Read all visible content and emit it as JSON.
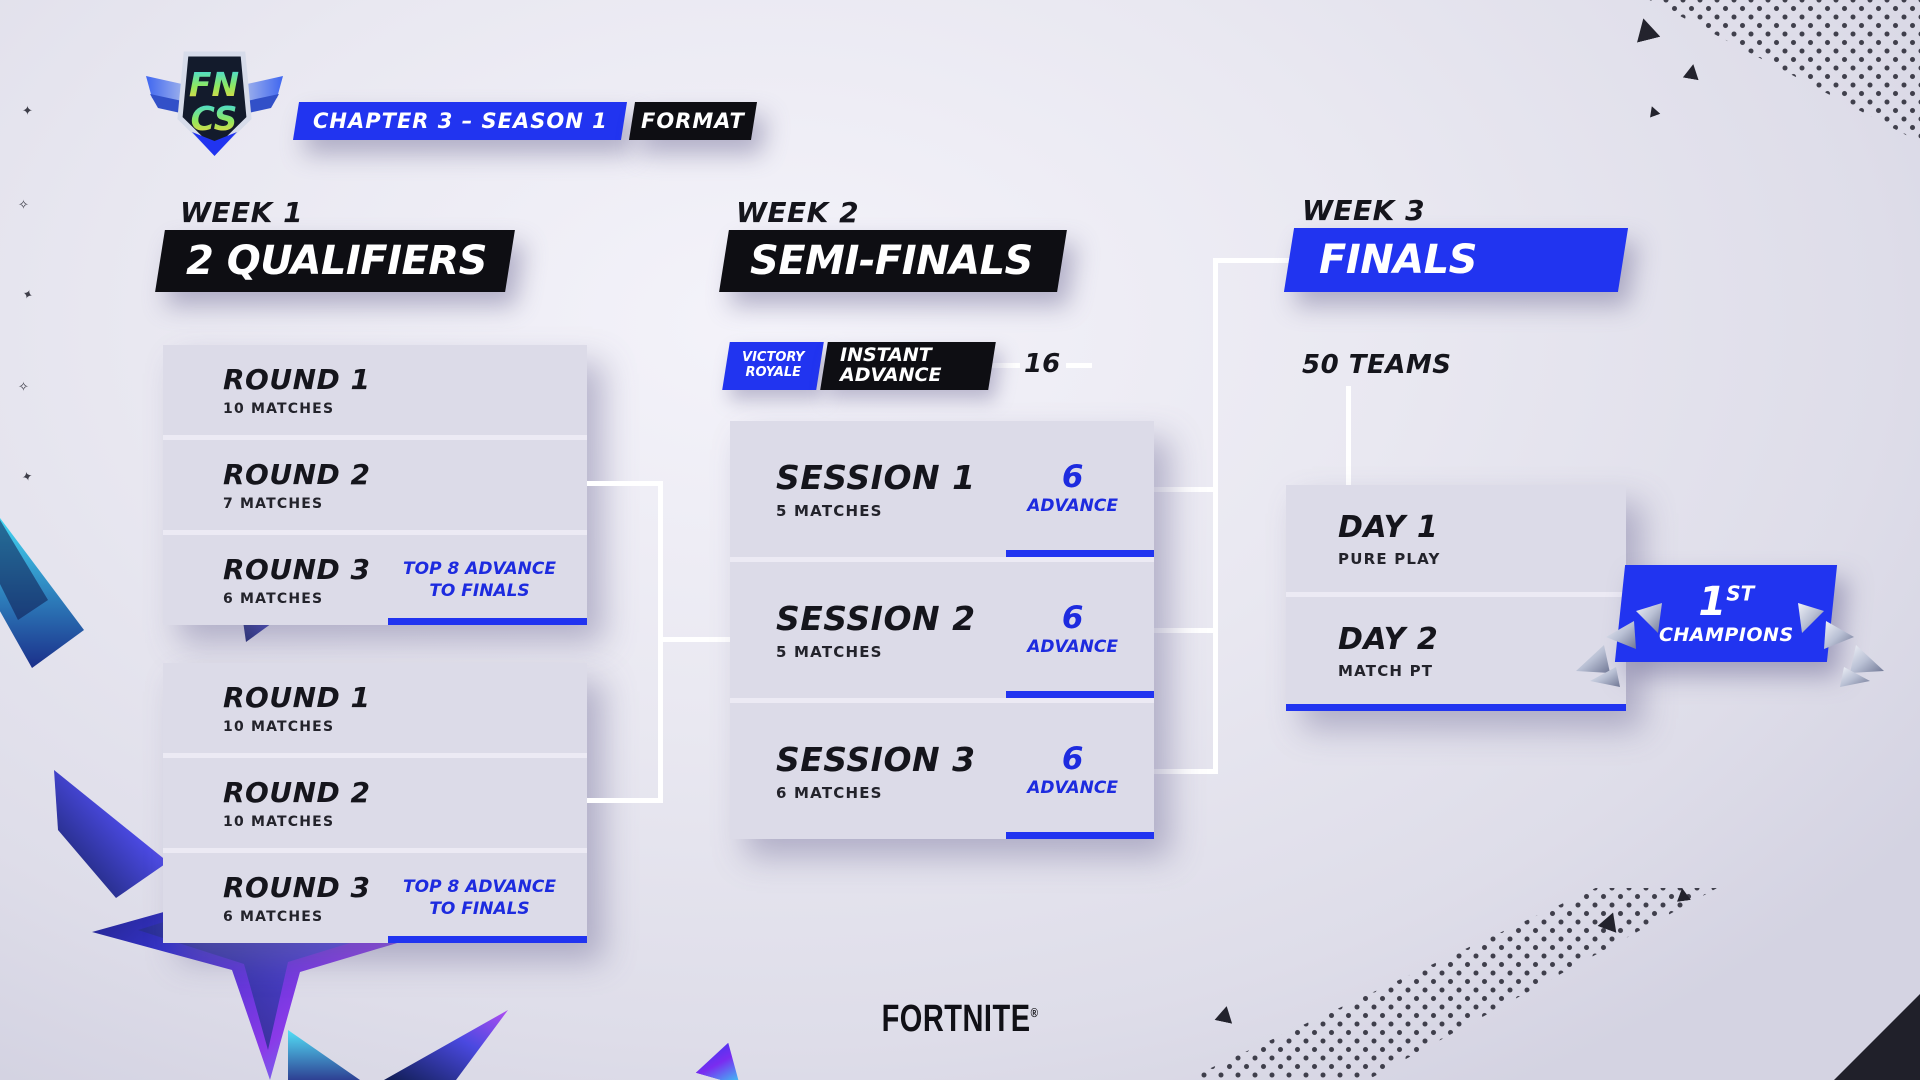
{
  "colors": {
    "blue": "#2134F0",
    "blueText": "#1D2BDF",
    "black": "#0E0E13",
    "panel": "#DCDBE8",
    "line": "#FFFFFF"
  },
  "logo": {
    "line1": "FN",
    "line2": "CS"
  },
  "header": {
    "chapter_banner": "CHAPTER 3 – SEASON 1",
    "format_banner": "FORMAT"
  },
  "week1": {
    "label": "WEEK 1",
    "banner": "2 QUALIFIERS",
    "qualifiers": [
      {
        "rounds": [
          {
            "title": "ROUND 1",
            "matches": "10 MATCHES"
          },
          {
            "title": "ROUND 2",
            "matches": "7 MATCHES"
          },
          {
            "title": "ROUND 3",
            "matches": "6 MATCHES",
            "note1": "TOP 8 ADVANCE",
            "note2": "TO FINALS"
          }
        ]
      },
      {
        "rounds": [
          {
            "title": "ROUND 1",
            "matches": "10 MATCHES"
          },
          {
            "title": "ROUND 2",
            "matches": "10 MATCHES"
          },
          {
            "title": "ROUND 3",
            "matches": "6 MATCHES",
            "note1": "TOP 8 ADVANCE",
            "note2": "TO FINALS"
          }
        ]
      }
    ]
  },
  "week2": {
    "label": "WEEK 2",
    "banner": "SEMI-FINALS",
    "victory_badge": {
      "line1": "VICTORY",
      "line2": "ROYALE"
    },
    "instant_badge": {
      "line1": "INSTANT",
      "line2": "ADVANCE"
    },
    "instant_count": "16",
    "sessions": [
      {
        "title": "SESSION 1",
        "matches": "5 MATCHES",
        "advance_num": "6",
        "advance_label": "ADVANCE"
      },
      {
        "title": "SESSION 2",
        "matches": "5 MATCHES",
        "advance_num": "6",
        "advance_label": "ADVANCE"
      },
      {
        "title": "SESSION 3",
        "matches": "6 MATCHES",
        "advance_num": "6",
        "advance_label": "ADVANCE"
      }
    ]
  },
  "week3": {
    "label": "WEEK 3",
    "banner": "FINALS",
    "teams": "50 TEAMS",
    "days": [
      {
        "title": "DAY 1",
        "subtitle": "PURE PLAY"
      },
      {
        "title": "DAY 2",
        "subtitle": "MATCH PT"
      }
    ],
    "champions": {
      "place": "1",
      "suffix": "ST",
      "label": "CHAMPIONS"
    }
  },
  "footer": {
    "wordmark": "FORTNITE",
    "registered": "®"
  }
}
